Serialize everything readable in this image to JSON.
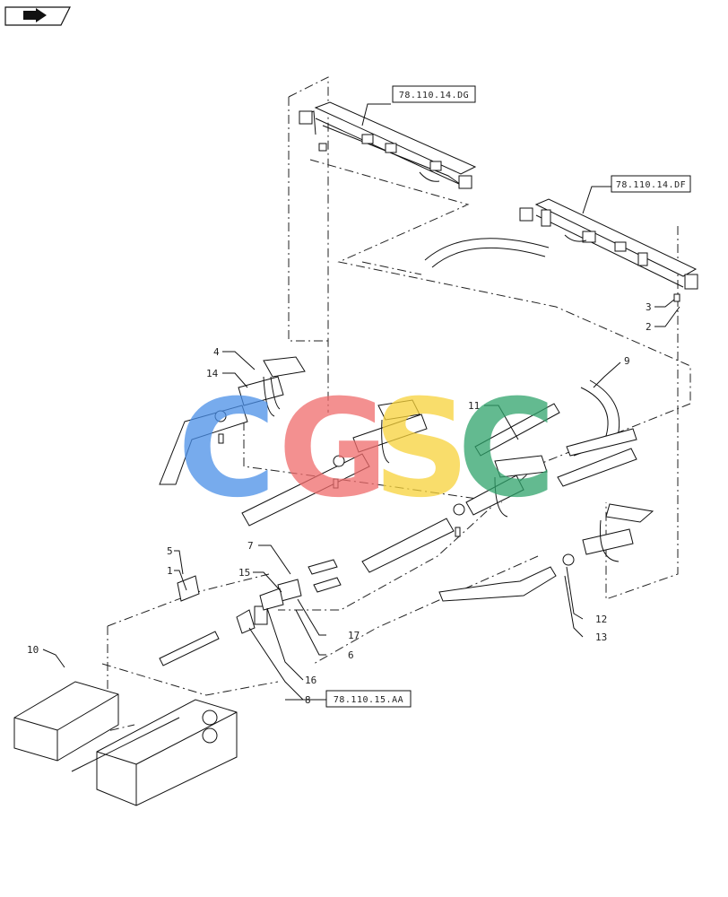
{
  "nav_icon": "next-page-arrow-icon",
  "references": {
    "top_left": "78.110.14.DG",
    "top_right": "78.110.14.DF",
    "bottom": "78.110.15.AA"
  },
  "callouts": {
    "c1": "1",
    "c2": "2",
    "c3": "3",
    "c4": "4",
    "c5": "5",
    "c6": "6",
    "c7": "7",
    "c8": "8",
    "c9": "9",
    "c10": "10",
    "c11": "11",
    "c12": "12",
    "c13": "13",
    "c14": "14",
    "c15": "15",
    "c16": "16",
    "c17": "17"
  },
  "watermark": {
    "letters": [
      "C",
      "G",
      "S",
      "C"
    ],
    "colors": [
      "#4a8fe8",
      "#ef6b6b",
      "#f7d23a",
      "#2fa36b"
    ]
  }
}
